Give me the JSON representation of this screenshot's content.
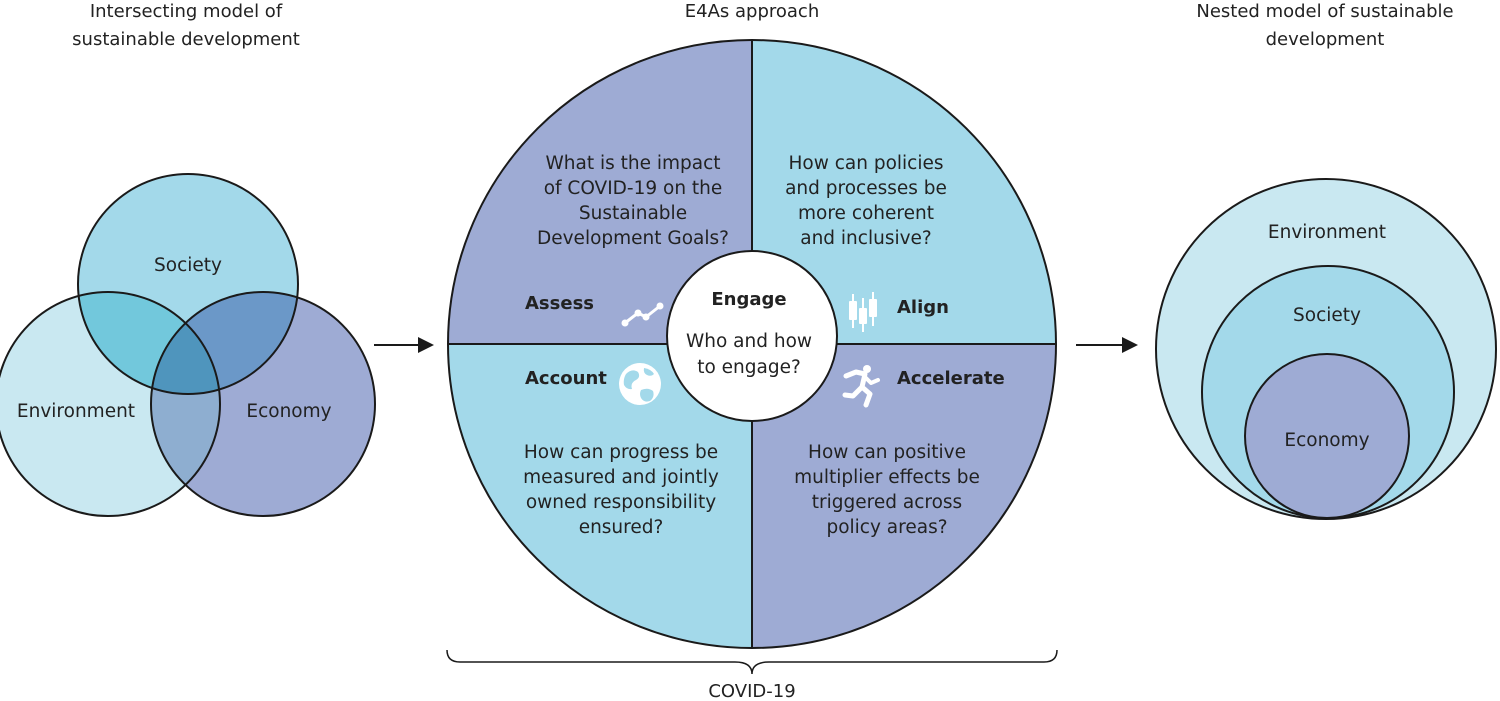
{
  "left_panel": {
    "title_line1": "Intersecting model of",
    "title_line2": "sustainable development",
    "society": "Society",
    "environment": "Environment",
    "economy": "Economy"
  },
  "center_panel": {
    "title": "E4As approach",
    "assess": {
      "label": "Assess",
      "question_lines": [
        "What is the impact",
        "of COVID-19 on the",
        "Sustainable",
        "Development Goals?"
      ]
    },
    "align": {
      "label": "Align",
      "question_lines": [
        "How can policies",
        "and processes be",
        "more coherent",
        "and inclusive?"
      ]
    },
    "account": {
      "label": "Account",
      "question_lines": [
        "How can progress be",
        "measured and jointly",
        "owned responsibility",
        "ensured?"
      ]
    },
    "accelerate": {
      "label": "Accelerate",
      "question_lines": [
        "How can positive",
        "multiplier effects be",
        "triggered across",
        "policy areas?"
      ]
    },
    "engage": {
      "label": "Engage",
      "question_lines": [
        "Who and how",
        "to engage?"
      ]
    },
    "bracket_label": "COVID-19"
  },
  "right_panel": {
    "title_line1": "Nested model of sustainable",
    "title_line2": "development",
    "environment": "Environment",
    "society": "Society",
    "economy": "Economy"
  },
  "colors": {
    "light_blue": "#a3d9ea",
    "periwinkle": "#9eabd4",
    "pale_blue": "#c9e8f1",
    "overlap_society_environment": "#72c8dc",
    "overlap_society_economy": "#6b98c8",
    "overlap_environment_economy": "#8eaed0",
    "overlap_all": "#4f95bd",
    "outline": "#1a1a1a"
  },
  "icons": {
    "assess": "trend-line-icon",
    "align": "candlestick-icon",
    "account": "globe-icon",
    "accelerate": "runner-icon"
  }
}
